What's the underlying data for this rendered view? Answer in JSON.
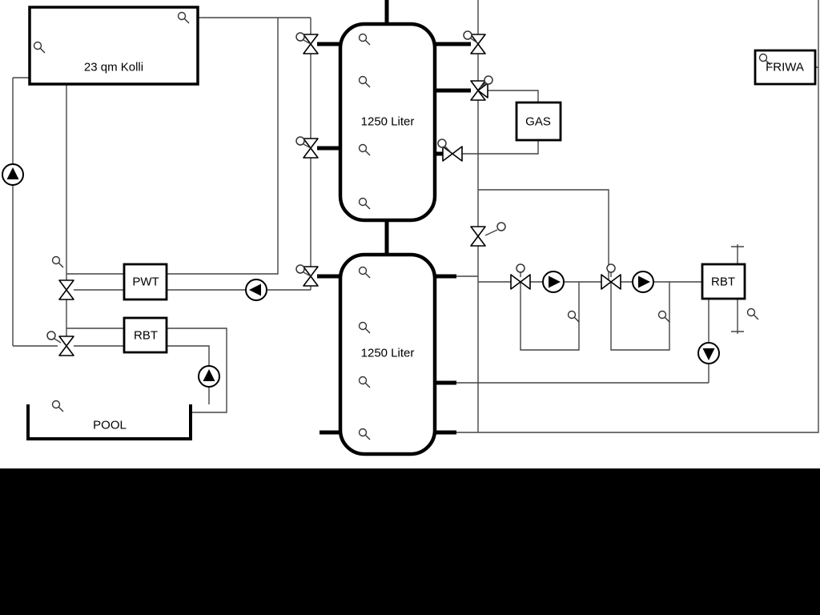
{
  "diagram": {
    "collector": {
      "label": "23 qm Kolli"
    },
    "tank_top": {
      "label": "1250 Liter"
    },
    "tank_bottom": {
      "label": "1250 Liter"
    },
    "pwt": {
      "label": "PWT"
    },
    "rbt_left": {
      "label": "RBT"
    },
    "rbt_right": {
      "label": "RBT"
    },
    "gas": {
      "label": "GAS"
    },
    "friwa": {
      "label": "FRIWA"
    },
    "pool": {
      "label": "POOL"
    },
    "colors": {
      "background": "#ffffff",
      "thin_line": "#444444",
      "pipe": "#000000",
      "bottom_band": "#000000"
    }
  }
}
